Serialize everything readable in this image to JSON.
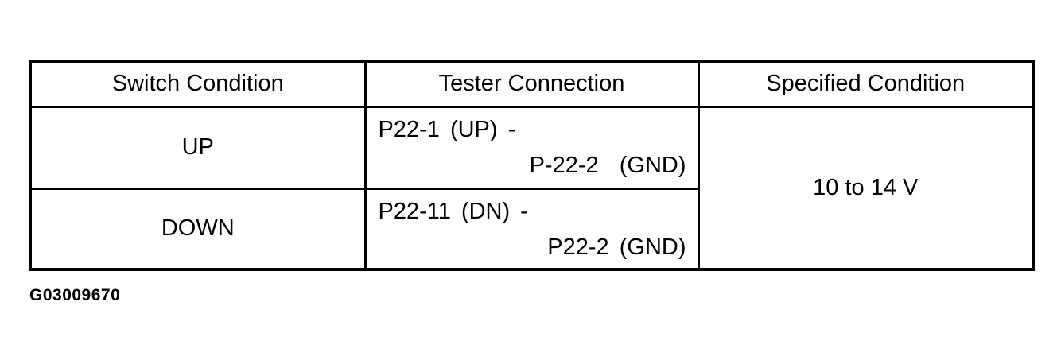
{
  "table": {
    "headers": {
      "switch_condition": "Switch Condition",
      "tester_connection": "Tester Connection",
      "specified_condition": "Specified Condition"
    },
    "rows": [
      {
        "switch_condition": "UP",
        "tester_line1": "P22-1 (UP) -",
        "tester_line2": "P-22-2  (GND)"
      },
      {
        "switch_condition": "DOWN",
        "tester_line1": "P22-11 (DN) -",
        "tester_line2": "P22-2 (GND)"
      }
    ],
    "specified_condition_value": "10 to 14 V"
  },
  "figure_id": "G03009670",
  "colors": {
    "border": "#000000",
    "text": "#000000",
    "background": "#ffffff"
  }
}
